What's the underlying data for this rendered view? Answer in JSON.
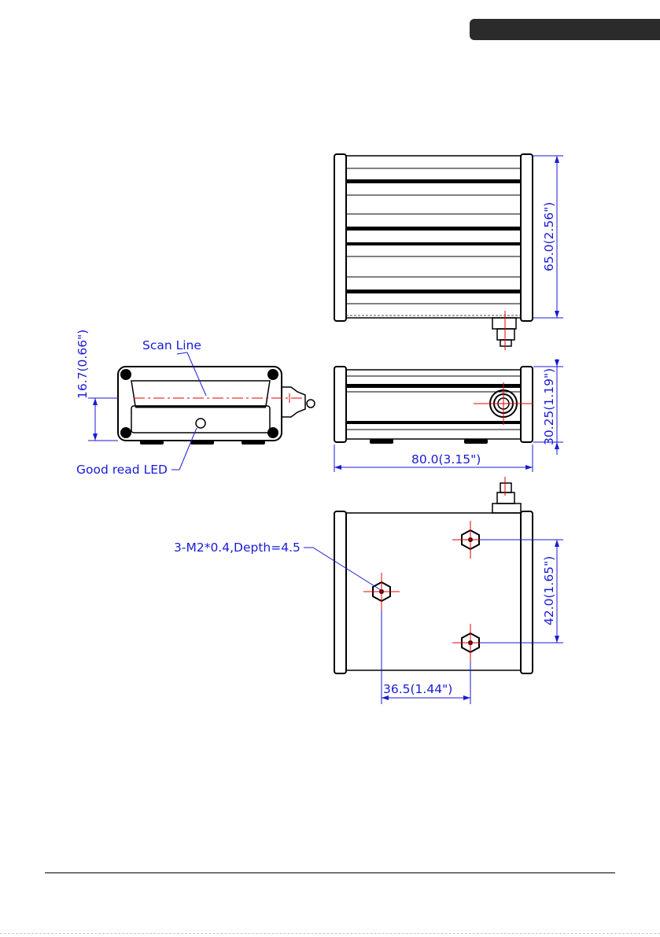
{
  "annotations": {
    "scan_line": "Scan Line",
    "good_read_led": "Good read LED",
    "thread_spec": "3-M2*0.4,Depth=4.5"
  },
  "dimensions": {
    "height_front": "16.7(0.66\")",
    "depth_top": "65.0(2.56\")",
    "height_side": "30.25(1.19\")",
    "width": "80.0(3.15\")",
    "hole_spacing_vertical": "42.0(1.65\")",
    "hole_spacing_horizontal": "36.5(1.44\")"
  },
  "colors": {
    "dimension": "#1a1ad6",
    "centerline": "#e60000",
    "outline": "#000000",
    "header_tab": "#2b2b2b"
  }
}
